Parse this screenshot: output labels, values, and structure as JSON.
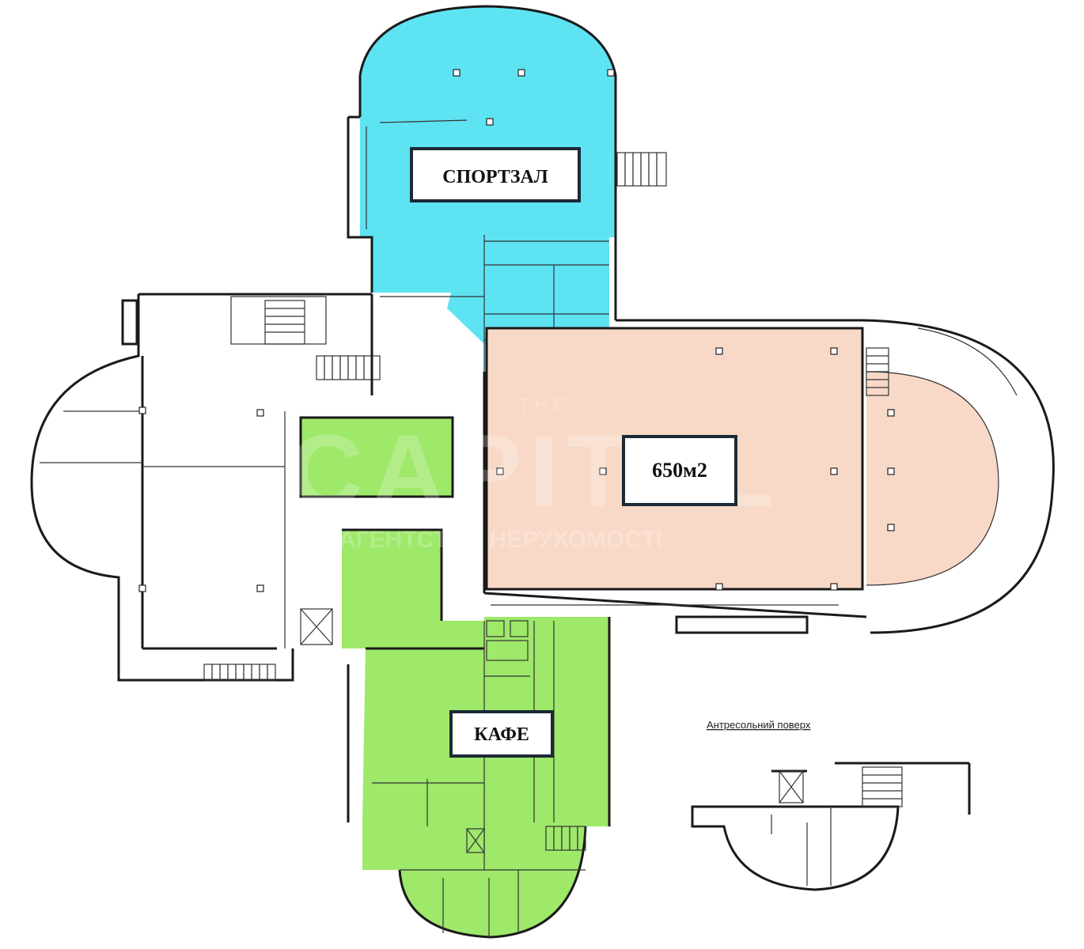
{
  "labels": {
    "gym": "СПОРТЗАЛ",
    "hall": "650м2",
    "cafe": "КАФЕ"
  },
  "mezzanine": {
    "title": "Антресольний поверх"
  },
  "watermark": {
    "line1": "THE",
    "line2": "CAPITAL",
    "line3": "АГЕНТСТВО НЕРУХОМОСТІ"
  },
  "colors": {
    "gym": "#5ee3f2",
    "hall": "#f8d9c7",
    "cafe": "#9ee86a"
  }
}
